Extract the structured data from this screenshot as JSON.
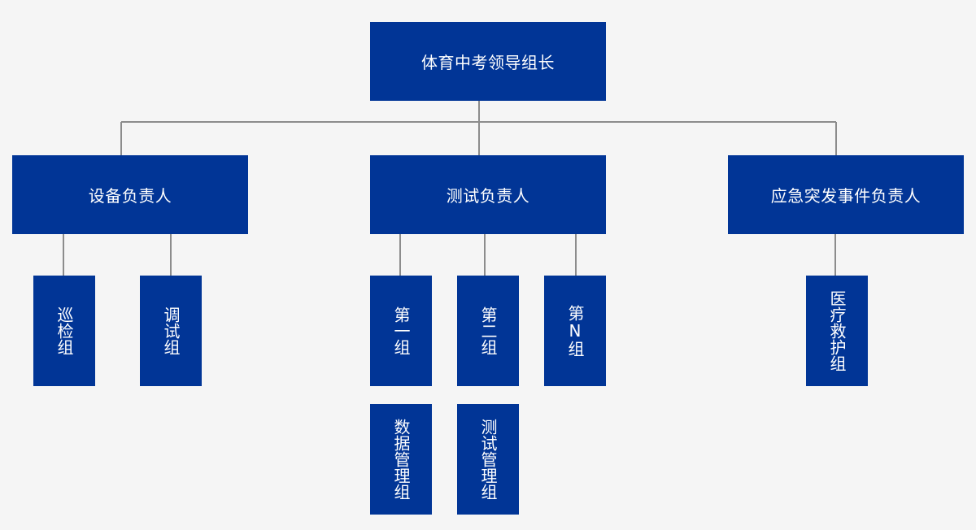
{
  "colors": {
    "node_fill": "#013596",
    "node_text": "#ffffff",
    "connector": "#8c8c8c",
    "background": "#f5f5f5"
  },
  "root": {
    "label": "体育中考领导组长"
  },
  "level1": {
    "equipment": {
      "label": "设备负责人"
    },
    "testing": {
      "label": "测试负责人"
    },
    "emergency": {
      "label": "应急突发事件负责人"
    }
  },
  "level2": {
    "patrol": {
      "label": "巡检组"
    },
    "debug": {
      "label": "调试组"
    },
    "group1": {
      "label": "第一组"
    },
    "group2": {
      "label": "第二组"
    },
    "groupn": {
      "label": "第N组"
    },
    "medical": {
      "label": "医疗救护组"
    }
  },
  "level3": {
    "data_mgmt": {
      "label": "数据管理组"
    },
    "test_mgmt": {
      "label": "测试管理组"
    }
  }
}
